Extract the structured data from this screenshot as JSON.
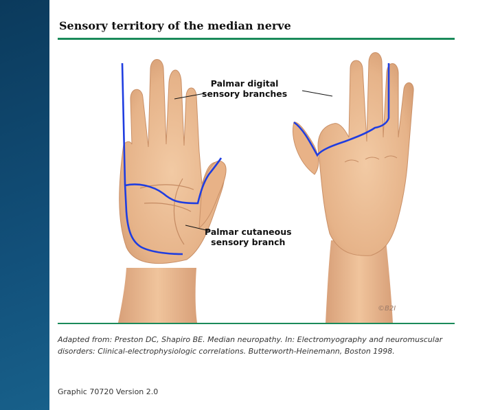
{
  "title": "Sensory territory of the median nerve",
  "labels": {
    "palmar_digital_line1": "Palmar digital",
    "palmar_digital_line2": "sensory branches",
    "palmar_cutaneous_line1": "Palmar cutaneous",
    "palmar_cutaneous_line2": "sensory branch"
  },
  "signature": "©B2I",
  "caption": "Adapted from: Preston DC, Shapiro BE. Median neuropathy. In: Electromyography and neuromuscular disorders: Clinical-electrophysiologic correlations. Butterworth-Heinemann, Boston 1998.",
  "graphic_id": "Graphic 70720 Version 2.0",
  "colors": {
    "skin": "#e9b98f",
    "skin_shadow": "#d59b72",
    "nerve_outline": "#1f3de0",
    "rule": "#1a8a5a"
  }
}
